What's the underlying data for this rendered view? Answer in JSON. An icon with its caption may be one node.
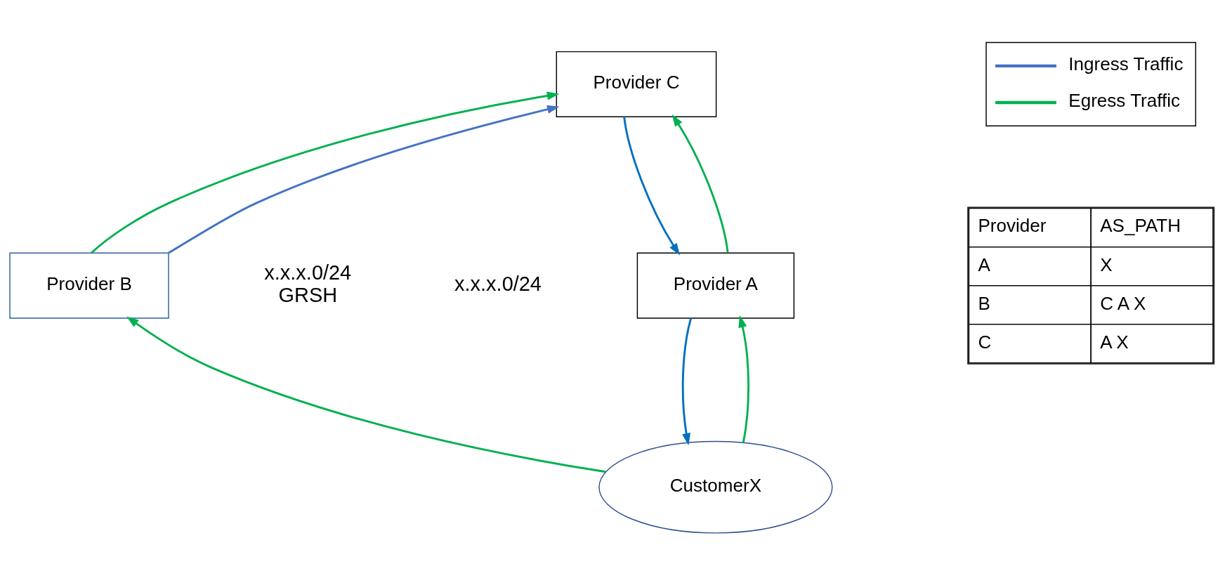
{
  "diagram": {
    "nodes": [
      {
        "text": [
          "Provider C"
        ]
      },
      {
        "text": [
          "Provider A"
        ]
      },
      {
        "text": [
          "Provider B"
        ]
      },
      {
        "text": [
          "CustomerX"
        ]
      }
    ],
    "edges": [
      {
        "from": 1,
        "to": 0,
        "arrow": "to"
      },
      {
        "from": 0,
        "to": 1,
        "arrow": "to",
        "color": "#0070c0"
      },
      {
        "from": 2,
        "to": 0,
        "arrow": "to"
      },
      {
        "from": 2,
        "to": 0,
        "arrow": "to",
        "color": "#4472c4"
      },
      {
        "from": 1,
        "to": 3,
        "arrow": "to",
        "color": "#0070c0"
      },
      {
        "from": 3,
        "to": 1,
        "arrow": "to"
      },
      {
        "from": 3,
        "to": 2,
        "arrow": "to"
      }
    ],
    "labels": [
      "x.x.x.0/24",
      "x.x.x.0/24 GRSH",
      "Provider",
      "AS_PATH",
      "A",
      "X",
      "B",
      "C A X",
      "C",
      "A X"
    ],
    "legend": [
      {
        "text": "Ingress Traffic"
      },
      {
        "text": "Egress Traffic"
      }
    ]
  }
}
